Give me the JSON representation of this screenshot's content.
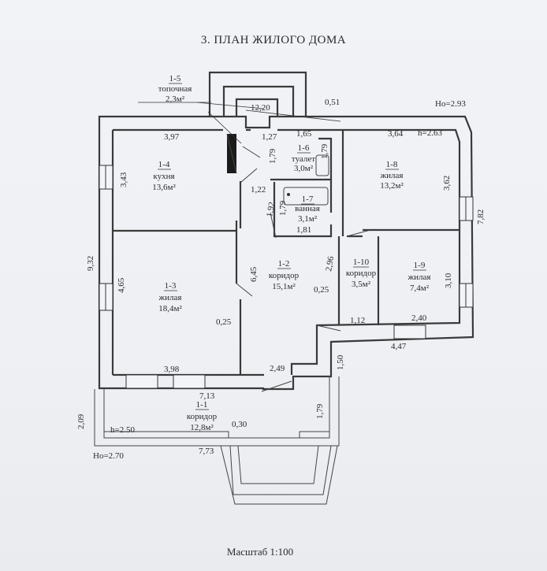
{
  "plan": {
    "title": "3. ПЛАН ЖИЛОГО ДОМА",
    "scale": "Масштаб 1:100"
  },
  "levels": {
    "ho_top": "Но=2.93",
    "h_right": "h=2.63",
    "h_left": "h=2.50",
    "ho_left": "Но=2.70"
  },
  "rooms": [
    {
      "id": "room-1-5",
      "num": "1-5",
      "name": "топочная",
      "area": "2,3м²"
    },
    {
      "id": "room-1-4",
      "num": "1-4",
      "name": "кухня",
      "area": "13,6м²"
    },
    {
      "id": "room-1-6",
      "num": "1-6",
      "name": "туалет",
      "area": "3,0м²"
    },
    {
      "id": "room-1-7",
      "num": "1-7",
      "name": "ванная",
      "area": "3,1м²"
    },
    {
      "id": "room-1-8",
      "num": "1-8",
      "name": "жилая",
      "area": "13,2м²"
    },
    {
      "id": "room-1-2",
      "num": "1-2",
      "name": "коридор",
      "area": "15,1м²"
    },
    {
      "id": "room-1-10",
      "num": "1-10",
      "name": "коридор",
      "area": "3,5м²"
    },
    {
      "id": "room-1-9",
      "num": "1-9",
      "name": "жилая",
      "area": "7,4м²"
    },
    {
      "id": "room-1-3",
      "num": "1-3",
      "name": "жилая",
      "area": "18,4м²"
    },
    {
      "id": "room-1-1",
      "num": "1-1",
      "name": "коридор",
      "area": "12,8м²"
    }
  ],
  "dimensions": [
    {
      "id": "d-12-20",
      "value": "12,20"
    },
    {
      "id": "d-0-51",
      "value": "0,51"
    },
    {
      "id": "d-3-97",
      "value": "3,97"
    },
    {
      "id": "d-1-27",
      "value": "1,27"
    },
    {
      "id": "d-1-65",
      "value": "1,65"
    },
    {
      "id": "d-3-64",
      "value": "3,64"
    },
    {
      "id": "d-1-79a",
      "value": "1,79"
    },
    {
      "id": "d-1-79b",
      "value": "1,79"
    },
    {
      "id": "d-3-43",
      "value": "3,43"
    },
    {
      "id": "d-1-22",
      "value": "1,22"
    },
    {
      "id": "d-1-79c",
      "value": "1,79"
    },
    {
      "id": "d-1-92",
      "value": "1,92"
    },
    {
      "id": "d-1-81",
      "value": "1,81"
    },
    {
      "id": "d-3-62",
      "value": "3,62"
    },
    {
      "id": "d-7-82",
      "value": "7,82"
    },
    {
      "id": "d-9-32",
      "value": "9,32"
    },
    {
      "id": "d-4-65",
      "value": "4,65"
    },
    {
      "id": "d-6-45",
      "value": "6,45"
    },
    {
      "id": "d-2-96",
      "value": "2,96"
    },
    {
      "id": "d-3-10",
      "value": "3,10"
    },
    {
      "id": "d-0-25a",
      "value": "0,25"
    },
    {
      "id": "d-0-25b",
      "value": "0,25"
    },
    {
      "id": "d-1-12",
      "value": "1,12"
    },
    {
      "id": "d-2-40",
      "value": "2,40"
    },
    {
      "id": "d-4-47",
      "value": "4,47"
    },
    {
      "id": "d-3-98",
      "value": "3,98"
    },
    {
      "id": "d-2-49",
      "value": "2,49"
    },
    {
      "id": "d-1-50",
      "value": "1,50"
    },
    {
      "id": "d-7-13",
      "value": "7,13"
    },
    {
      "id": "d-2-09",
      "value": "2,09"
    },
    {
      "id": "d-1-79d",
      "value": "1,79"
    },
    {
      "id": "d-0-30",
      "value": "0,30"
    },
    {
      "id": "d-7-73",
      "value": "7,73"
    }
  ]
}
